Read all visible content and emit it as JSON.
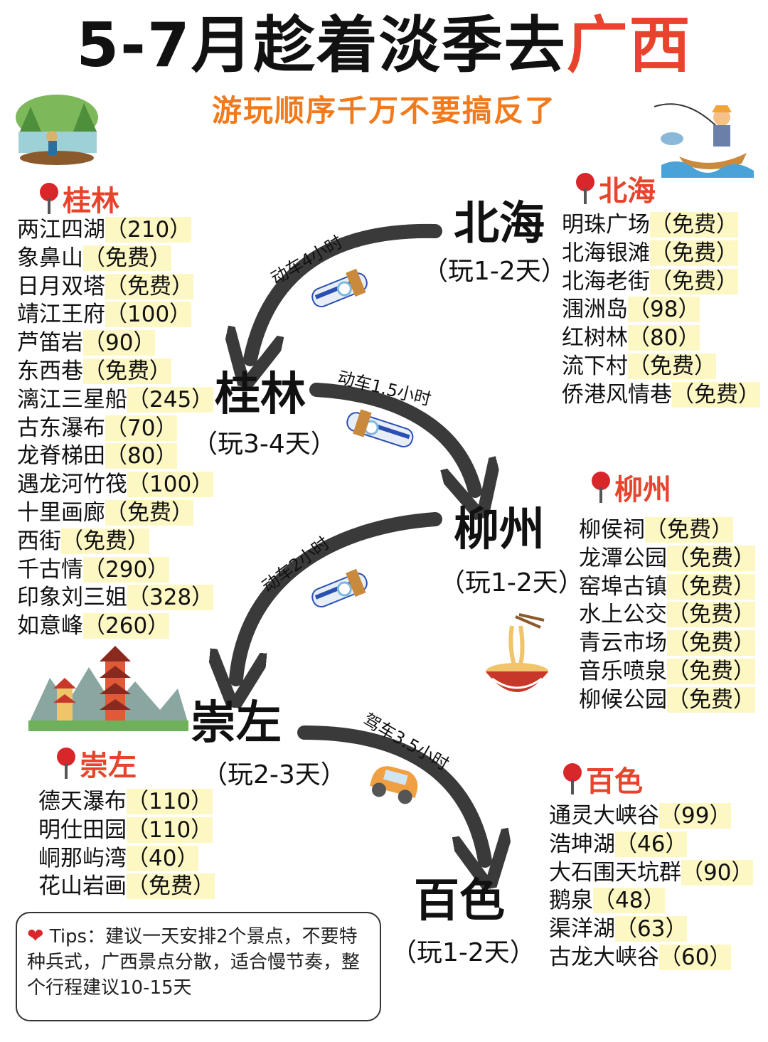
{
  "title": {
    "prefix": "5-7月趁着淡季去",
    "highlight": "广西"
  },
  "subtitle": "游玩顺序千万不要搞反了",
  "cities": [
    {
      "name": "北海",
      "days": "（玩1-2天）"
    },
    {
      "name": "桂林",
      "days": "（玩3-4天）"
    },
    {
      "name": "柳州",
      "days": "（玩1-2天）"
    },
    {
      "name": "崇左",
      "days": "（玩2-3天）"
    },
    {
      "name": "百色",
      "days": "（玩1-2天）"
    }
  ],
  "routes": [
    "动车4小时",
    "动车1.5小时",
    "动车2小时",
    "驾车3.5小时"
  ],
  "guilin": {
    "heading": "桂林",
    "items": [
      {
        "name": "两江四湖",
        "price": "（210）"
      },
      {
        "name": "象鼻山",
        "price": "（免费）"
      },
      {
        "name": "日月双塔",
        "price": "（免费）"
      },
      {
        "name": "靖江王府",
        "price": "（100）"
      },
      {
        "name": "芦笛岩",
        "price": "（90）"
      },
      {
        "name": "东西巷",
        "price": "（免费）"
      },
      {
        "name": "漓江三星船",
        "price": "（245）"
      },
      {
        "name": "古东瀑布",
        "price": "（70）"
      },
      {
        "name": "龙脊梯田",
        "price": "（80）"
      },
      {
        "name": "遇龙河竹筏",
        "price": "（100）"
      },
      {
        "name": "十里画廊",
        "price": "（免费）"
      },
      {
        "name": "西街",
        "price": "（免费）"
      },
      {
        "name": "千古情",
        "price": "（290）"
      },
      {
        "name": "印象刘三姐",
        "price": "（328）"
      },
      {
        "name": "如意峰",
        "price": "（260）"
      }
    ]
  },
  "beihai": {
    "heading": "北海",
    "items": [
      {
        "name": "明珠广场",
        "price": "（免费）"
      },
      {
        "name": "北海银滩",
        "price": "（免费）"
      },
      {
        "name": "北海老街",
        "price": "（免费）"
      },
      {
        "name": "涠洲岛",
        "price": "（98）"
      },
      {
        "name": "红树林",
        "price": "（80）"
      },
      {
        "name": "流下村",
        "price": "（免费）"
      },
      {
        "name": "侨港风情巷",
        "price": "（免费）"
      }
    ]
  },
  "liuzhou": {
    "heading": "柳州",
    "items": [
      {
        "name": "柳侯祠",
        "price": "（免费）"
      },
      {
        "name": "龙潭公园",
        "price": "（免费）"
      },
      {
        "name": "窑埠古镇",
        "price": "（免费）"
      },
      {
        "name": "水上公交",
        "price": "（免费）"
      },
      {
        "name": "青云市场",
        "price": "（免费）"
      },
      {
        "name": "音乐喷泉",
        "price": "（免费）"
      },
      {
        "name": "柳候公园",
        "price": "（免费）"
      }
    ]
  },
  "chongzuo": {
    "heading": "崇左",
    "items": [
      {
        "name": "德天瀑布",
        "price": "（110）"
      },
      {
        "name": "明仕田园",
        "price": "（110）"
      },
      {
        "name": "峒那屿湾",
        "price": "（40）"
      },
      {
        "name": "花山岩画",
        "price": "（免费）"
      }
    ]
  },
  "baise": {
    "heading": "百色",
    "items": [
      {
        "name": "通灵大峡谷",
        "price": "（99）"
      },
      {
        "name": "浩坤湖",
        "price": "（46）"
      },
      {
        "name": "大石围天坑群",
        "price": "（90）"
      },
      {
        "name": "鹅泉",
        "price": "（48）"
      },
      {
        "name": "渠洋湖",
        "price": "（63）"
      },
      {
        "name": "古龙大峡谷",
        "price": "（60）"
      }
    ]
  },
  "tips": "Tips：建议一天安排2个景点，不要特种兵式，广西景点分散，适合慢节奏，整个行程建议10-15天",
  "colors": {
    "accent_red": "#e8432c",
    "accent_orange": "#f07a1c",
    "highlight_yellow": "#fdf7c3",
    "arrow": "#3a3a3a"
  }
}
